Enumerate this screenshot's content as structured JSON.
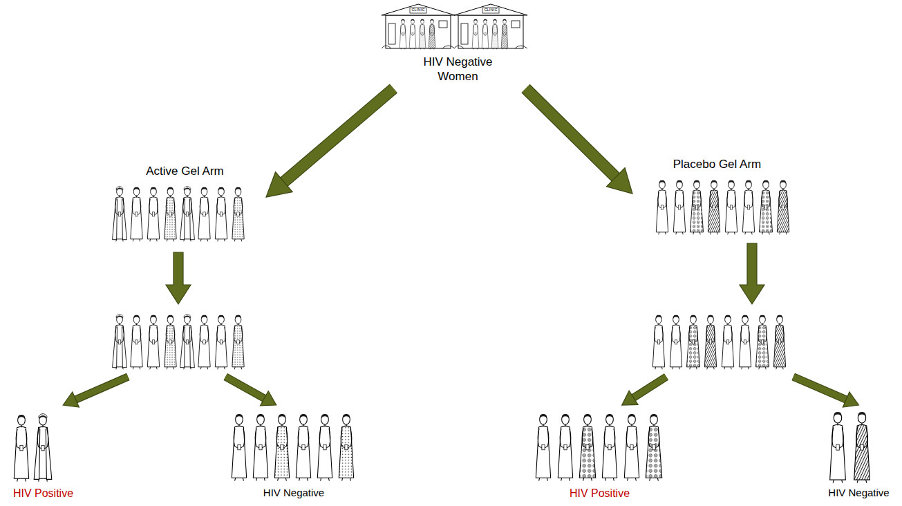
{
  "diagram": {
    "nodes": [
      {
        "text": [
          "HIV Negative Women"
        ]
      },
      {
        "text": [
          "Active Gel Arm"
        ]
      },
      {
        "text": [
          "Placebo Gel Arm"
        ]
      },
      {
        "text": [
          "HIV Positive"
        ]
      },
      {
        "text": [
          "HIV Negative"
        ]
      },
      {
        "text": [
          "HIV Positive"
        ]
      },
      {
        "text": [
          "HIV Negative"
        ]
      }
    ],
    "edges": [
      {
        "from": 0,
        "to": 1,
        "arrow": "to"
      },
      {
        "from": 0,
        "to": 2,
        "arrow": "to"
      },
      {
        "from": 1,
        "to": 3,
        "arrow": "to"
      },
      {
        "from": 1,
        "to": 4,
        "arrow": "to"
      },
      {
        "from": 2,
        "to": 5,
        "arrow": "to"
      },
      {
        "from": 2,
        "to": 6,
        "arrow": "to"
      }
    ],
    "labels": [
      "CLINIC",
      "CLINIC"
    ]
  }
}
